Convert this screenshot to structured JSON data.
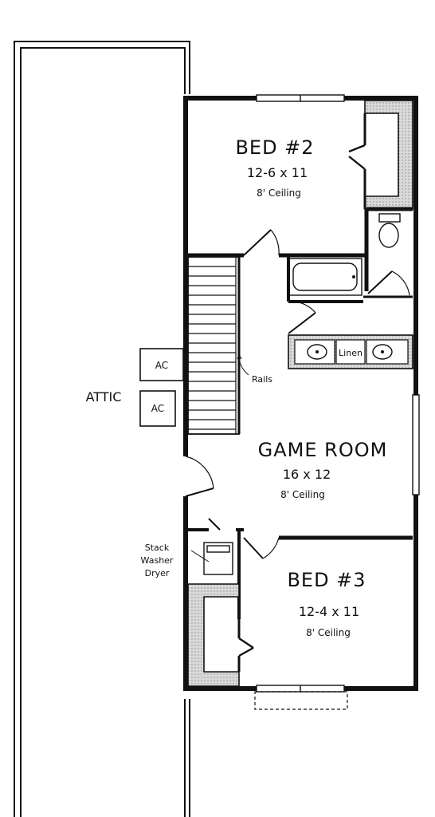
{
  "rooms": {
    "bed2": {
      "name": "BED #2",
      "size": "12-6 x 11",
      "ceiling": "8' Ceiling"
    },
    "game_room": {
      "name": "GAME ROOM",
      "size": "16 x 12",
      "ceiling": "8' Ceiling"
    },
    "bed3": {
      "name": "BED #3",
      "size": "12-4 x 11",
      "ceiling": "8' Ceiling"
    },
    "attic": {
      "name": "ATTIC"
    }
  },
  "equipment": {
    "ac_1": "AC",
    "ac_2": "AC"
  },
  "labels": {
    "rails": "Rails",
    "linen": "Linen",
    "laundry_line1": "Stack",
    "laundry_line2": "Washer",
    "laundry_line3": "Dryer"
  }
}
